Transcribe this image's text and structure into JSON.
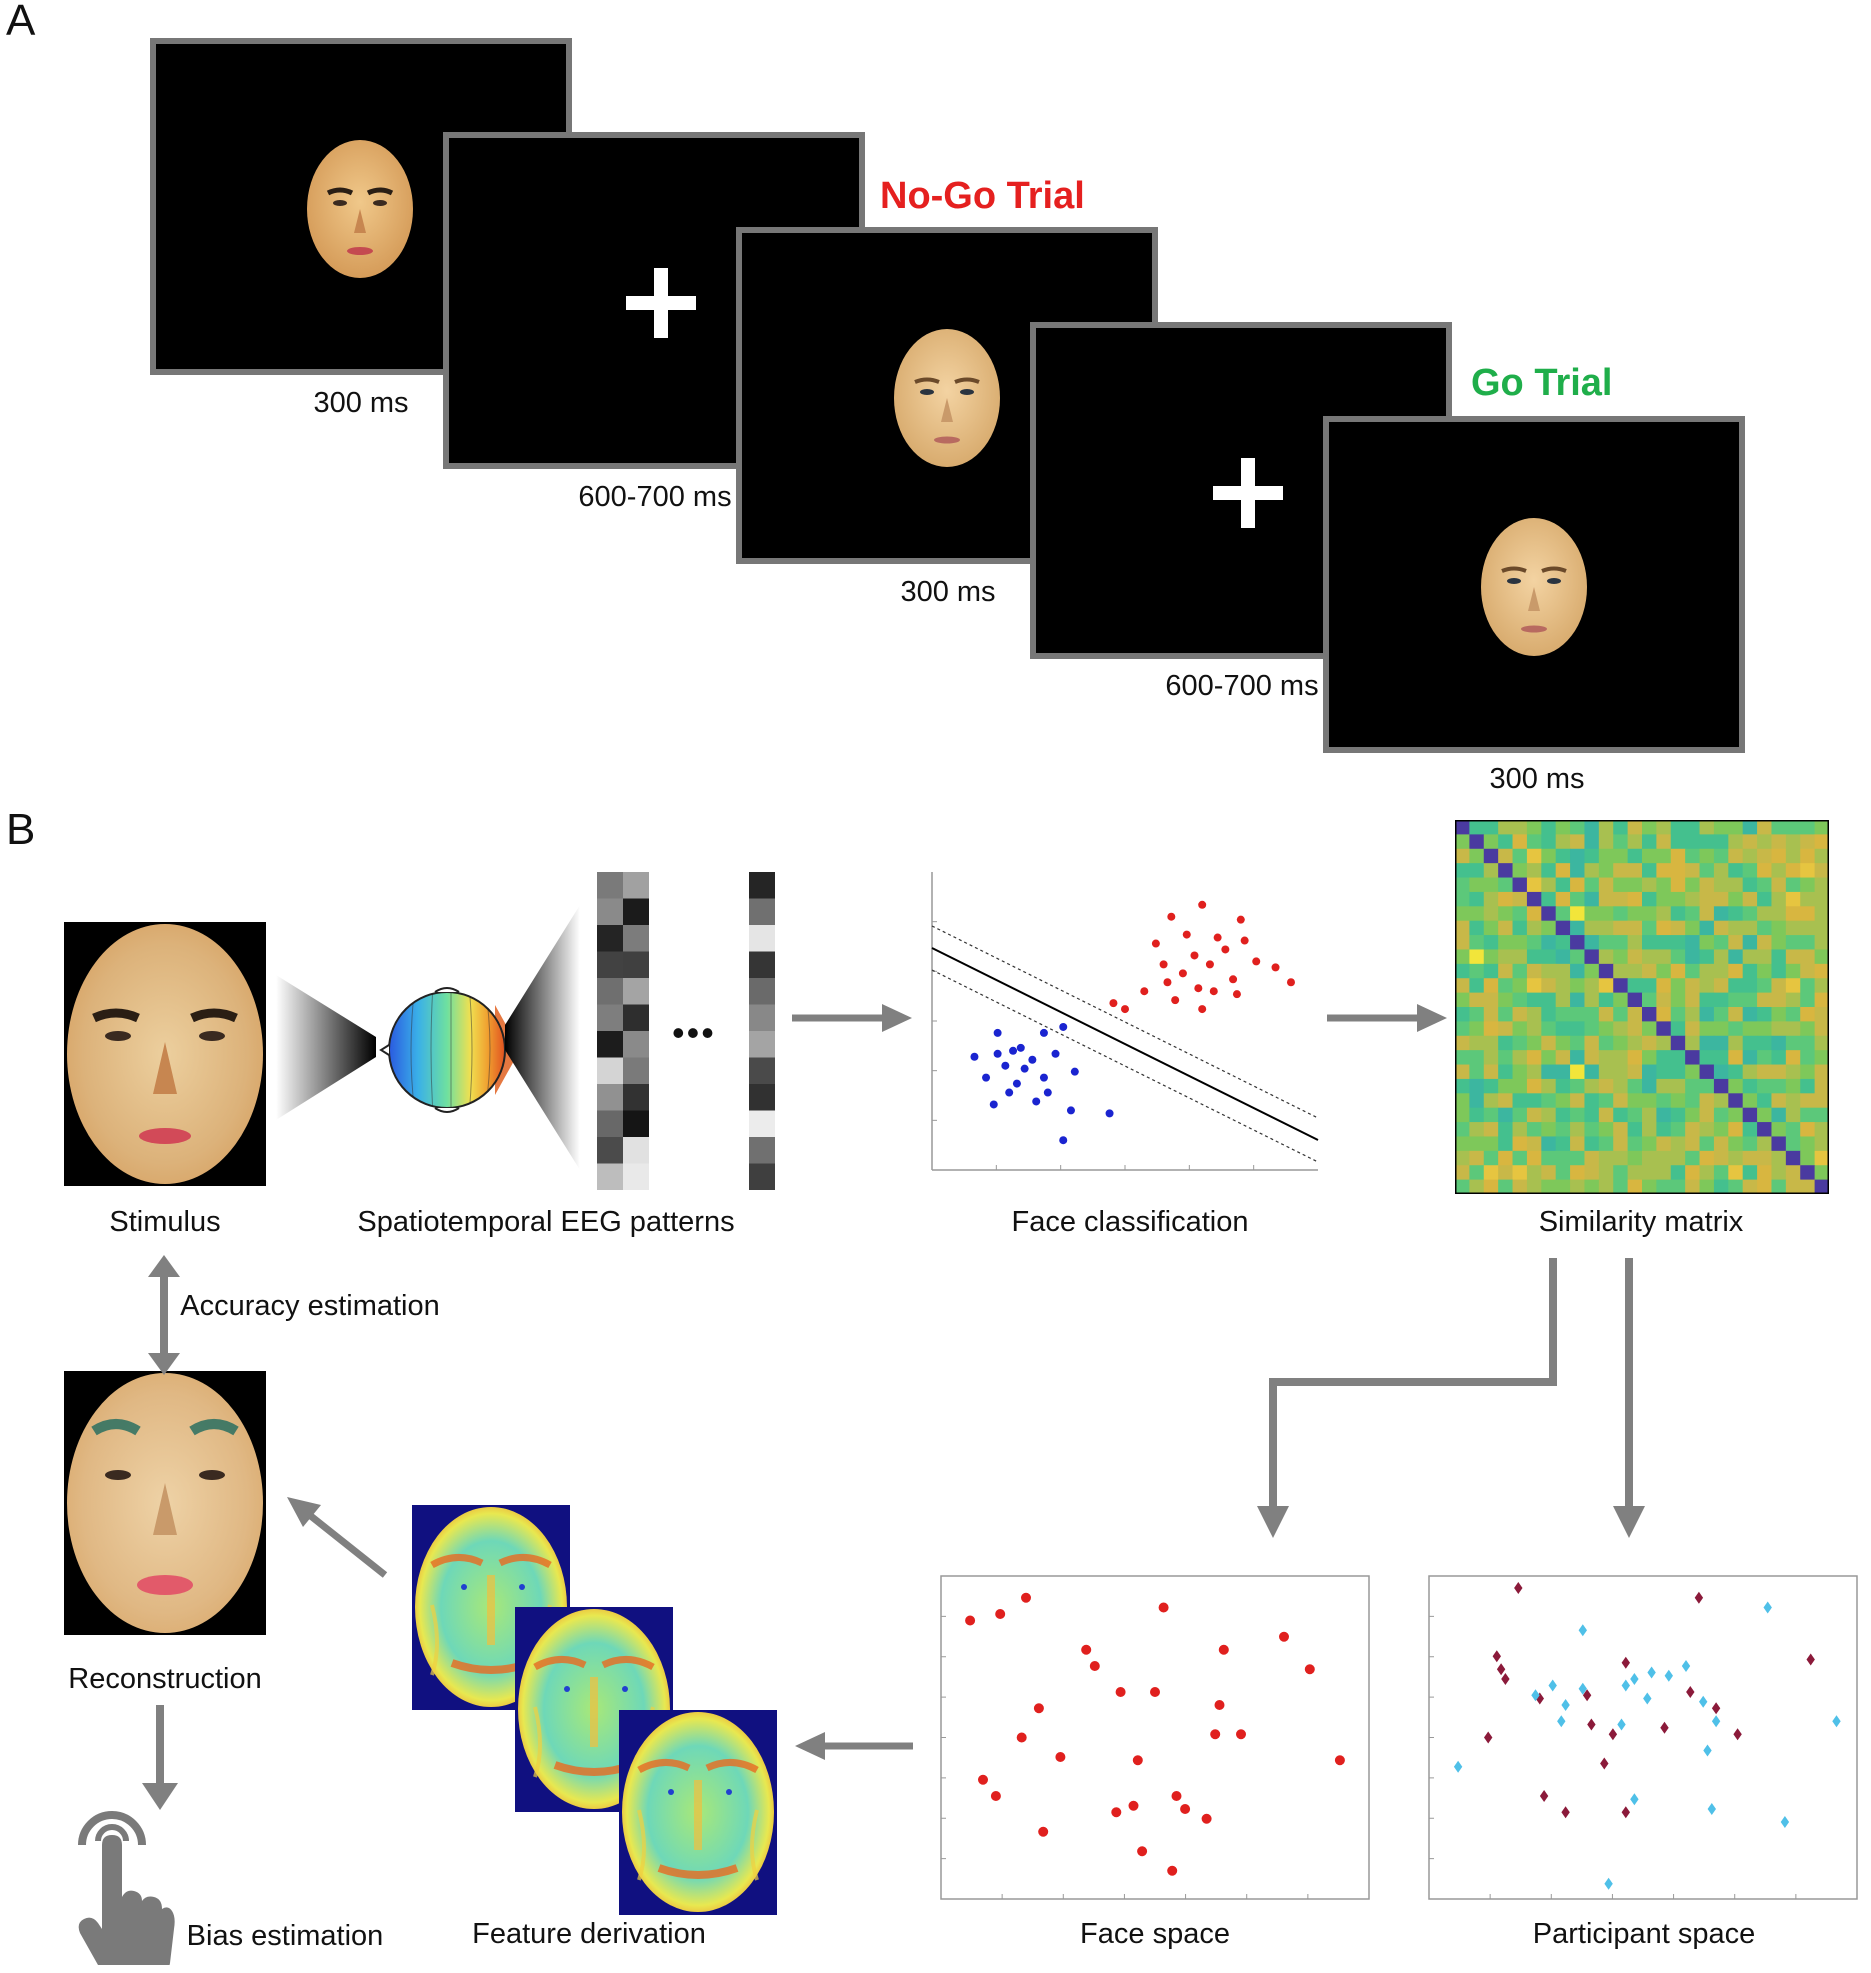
{
  "panel_a": {
    "letter": "A",
    "durations": [
      "300 ms",
      "600-700 ms",
      "300 ms",
      "600-700 ms",
      "300 ms"
    ],
    "nogo_label": "No-Go Trial",
    "go_label": "Go Trial",
    "nogo_color": "#e5201f",
    "go_color": "#1fae4a"
  },
  "panel_b": {
    "letter": "B",
    "stimulus_label": "Stimulus",
    "eeg_label": "Spatiotemporal EEG patterns",
    "classification_label": "Face classification",
    "similarity_label": "Similarity matrix",
    "accuracy_label": "Accuracy estimation",
    "reconstruction_label": "Reconstruction",
    "feature_label": "Feature derivation",
    "face_space_label": "Face space",
    "participant_space_label": "Participant space",
    "bias_label": "Bias estimation",
    "ellipsis": "•••"
  },
  "colors": {
    "arrow": "#808080",
    "class_red": "#e0201e",
    "class_blue": "#1a24d0",
    "diag": "#4a3aa0",
    "participant_dark": "#8b1a3a",
    "participant_light": "#4fc0e8"
  },
  "chart_data": [
    {
      "type": "scatter",
      "name": "face-classification",
      "xlim": [
        0,
        10
      ],
      "ylim": [
        0,
        10
      ],
      "series": [
        {
          "points": [
            [
              6.2,
              8.5
            ],
            [
              7.0,
              8.9
            ],
            [
              8.0,
              8.4
            ],
            [
              5.8,
              7.6
            ],
            [
              6.8,
              7.2
            ],
            [
              7.4,
              7.8
            ],
            [
              8.4,
              7.0
            ],
            [
              6.5,
              6.6
            ],
            [
              7.2,
              6.9
            ],
            [
              7.8,
              6.4
            ],
            [
              6.0,
              6.9
            ],
            [
              7.6,
              7.4
            ],
            [
              8.1,
              7.7
            ],
            [
              6.9,
              6.1
            ],
            [
              5.5,
              6.0
            ],
            [
              4.7,
              5.6
            ],
            [
              6.3,
              5.7
            ],
            [
              7.0,
              5.4
            ],
            [
              8.9,
              6.8
            ],
            [
              9.3,
              6.3
            ],
            [
              5.0,
              5.4
            ],
            [
              7.3,
              6.0
            ],
            [
              6.6,
              7.9
            ],
            [
              7.9,
              5.9
            ],
            [
              6.1,
              6.3
            ]
          ]
        },
        {
          "points": [
            [
              1.7,
              4.6
            ],
            [
              2.3,
              4.1
            ],
            [
              2.9,
              4.6
            ],
            [
              3.4,
              4.8
            ],
            [
              1.1,
              3.8
            ],
            [
              1.9,
              3.5
            ],
            [
              2.6,
              3.7
            ],
            [
              3.2,
              3.9
            ],
            [
              1.4,
              3.1
            ],
            [
              2.2,
              2.9
            ],
            [
              2.9,
              3.1
            ],
            [
              3.7,
              3.3
            ],
            [
              2.0,
              2.6
            ],
            [
              2.7,
              2.3
            ],
            [
              3.6,
              2.0
            ],
            [
              1.7,
              3.9
            ],
            [
              2.4,
              3.4
            ],
            [
              4.6,
              1.9
            ],
            [
              3.4,
              1.0
            ],
            [
              1.6,
              2.2
            ],
            [
              2.1,
              4.0
            ],
            [
              3.0,
              2.6
            ]
          ]
        }
      ]
    },
    {
      "type": "heatmap",
      "name": "similarity-matrix",
      "size": 26
    },
    {
      "type": "scatter",
      "name": "face-space",
      "xlim": [
        0,
        10
      ],
      "ylim": [
        0,
        10
      ],
      "series": [
        {
          "points": [
            [
              2.0,
              9.3
            ],
            [
              0.7,
              8.6
            ],
            [
              1.4,
              8.8
            ],
            [
              5.2,
              9.0
            ],
            [
              8.0,
              8.1
            ],
            [
              3.4,
              7.7
            ],
            [
              6.6,
              7.7
            ],
            [
              8.6,
              7.1
            ],
            [
              3.6,
              7.2
            ],
            [
              4.2,
              6.4
            ],
            [
              5.0,
              6.4
            ],
            [
              6.5,
              6.0
            ],
            [
              2.3,
              5.9
            ],
            [
              1.9,
              5.0
            ],
            [
              6.4,
              5.1
            ],
            [
              7.0,
              5.1
            ],
            [
              2.8,
              4.4
            ],
            [
              4.6,
              4.3
            ],
            [
              9.3,
              4.3
            ],
            [
              1.0,
              3.7
            ],
            [
              1.3,
              3.2
            ],
            [
              5.5,
              3.2
            ],
            [
              4.5,
              2.9
            ],
            [
              4.1,
              2.7
            ],
            [
              5.7,
              2.8
            ],
            [
              6.2,
              2.5
            ],
            [
              2.4,
              2.1
            ],
            [
              4.7,
              1.5
            ],
            [
              5.4,
              0.9
            ]
          ]
        }
      ]
    },
    {
      "type": "scatter",
      "name": "participant-space",
      "xlim": [
        0,
        10
      ],
      "ylim": [
        0,
        10
      ],
      "series": [
        {
          "points": [
            [
              2.1,
              9.6
            ],
            [
              6.3,
              9.3
            ],
            [
              1.6,
              7.5
            ],
            [
              1.7,
              7.1
            ],
            [
              4.6,
              7.3
            ],
            [
              1.8,
              6.8
            ],
            [
              8.9,
              7.4
            ],
            [
              2.6,
              6.2
            ],
            [
              3.7,
              6.3
            ],
            [
              6.1,
              6.4
            ],
            [
              3.8,
              5.4
            ],
            [
              4.3,
              5.1
            ],
            [
              5.5,
              5.3
            ],
            [
              1.4,
              5.0
            ],
            [
              6.7,
              5.9
            ],
            [
              7.2,
              5.1
            ],
            [
              4.1,
              4.2
            ],
            [
              2.7,
              3.2
            ],
            [
              3.2,
              2.7
            ],
            [
              4.6,
              2.7
            ]
          ]
        },
        {
          "points": [
            [
              7.9,
              9.0
            ],
            [
              3.6,
              8.3
            ],
            [
              6.0,
              7.2
            ],
            [
              5.6,
              6.9
            ],
            [
              5.2,
              7.0
            ],
            [
              4.8,
              6.8
            ],
            [
              4.6,
              6.6
            ],
            [
              3.6,
              6.5
            ],
            [
              2.9,
              6.6
            ],
            [
              2.5,
              6.3
            ],
            [
              3.2,
              6.0
            ],
            [
              5.1,
              6.2
            ],
            [
              6.4,
              6.1
            ],
            [
              6.7,
              5.5
            ],
            [
              9.5,
              5.5
            ],
            [
              3.1,
              5.5
            ],
            [
              4.5,
              5.4
            ],
            [
              6.5,
              4.6
            ],
            [
              0.7,
              4.1
            ],
            [
              4.8,
              3.1
            ],
            [
              6.6,
              2.8
            ],
            [
              8.3,
              2.4
            ],
            [
              4.2,
              0.5
            ]
          ]
        }
      ]
    }
  ]
}
